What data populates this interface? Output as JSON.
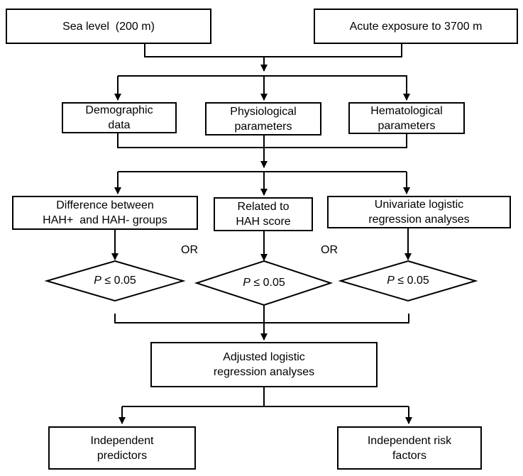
{
  "top": {
    "sea_level": "Sea level  (200 m)",
    "acute_exposure": "Acute exposure to 3700 m"
  },
  "params": {
    "demographic": [
      "Demographic",
      "data"
    ],
    "physiological": [
      "Physiological",
      "parameters"
    ],
    "hematological": [
      "Hematological",
      "parameters"
    ]
  },
  "analyses": {
    "difference": [
      "Difference between",
      "HAH+  and HAH- groups"
    ],
    "related": [
      "Related to",
      "HAH score"
    ],
    "univariate": [
      "Univariate logistic",
      "regression analyses"
    ]
  },
  "or_label": "OR",
  "condition": {
    "symbol": "P",
    "text": " ≤ 0.05"
  },
  "adjusted": [
    "Adjusted logistic",
    "regression analyses"
  ],
  "outputs": {
    "predictors": [
      "Independent",
      "predictors"
    ],
    "risk_factors": [
      "Independent risk",
      "factors"
    ]
  }
}
